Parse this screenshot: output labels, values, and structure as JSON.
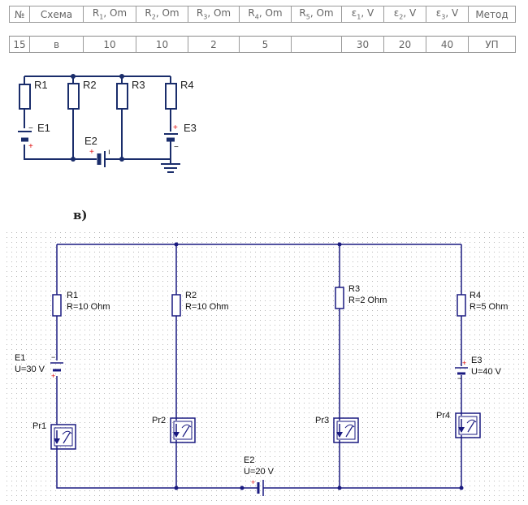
{
  "table": {
    "headers": [
      {
        "base": "№",
        "sub": "",
        "unit": ""
      },
      {
        "base": "Схема",
        "sub": "",
        "unit": ""
      },
      {
        "base": "R",
        "sub": "1",
        "unit": ", Om"
      },
      {
        "base": "R",
        "sub": "2",
        "unit": ", Om"
      },
      {
        "base": "R",
        "sub": "3",
        "unit": ", Om"
      },
      {
        "base": "R",
        "sub": "4",
        "unit": ", Om"
      },
      {
        "base": "R",
        "sub": "5",
        "unit": ", Om"
      },
      {
        "base": "ε",
        "sub": "1",
        "unit": ", V"
      },
      {
        "base": "ε",
        "sub": "2",
        "unit": ", V"
      },
      {
        "base": "ε",
        "sub": "3",
        "unit": ", V"
      },
      {
        "base": "Метод",
        "sub": "",
        "unit": ""
      }
    ],
    "row": [
      "15",
      "в",
      "10",
      "10",
      "2",
      "5",
      "",
      "30",
      "20",
      "40",
      "УП"
    ]
  },
  "sketch": {
    "r1": "R1",
    "r2": "R2",
    "r3": "R3",
    "r4": "R4",
    "e1": "E1",
    "e2": "E2",
    "e3": "E3",
    "plus": "+",
    "minus": "−",
    "tick": "ı"
  },
  "scheme_label": "в)",
  "schematic": {
    "r1_name": "R1",
    "r1_value": "R=10 Ohm",
    "r2_name": "R2",
    "r2_value": "R=10 Ohm",
    "r3_name": "R3",
    "r3_value": "R=2 Ohm",
    "r4_name": "R4",
    "r4_value": "R=5 Ohm",
    "e1_name": "E1",
    "e1_value": "U=30 V",
    "e2_name": "E2",
    "e2_value": "U=20 V",
    "e3_name": "E3",
    "e3_value": "U=40 V",
    "pr1": "Pr1",
    "pr2": "Pr2",
    "pr3": "Pr3",
    "pr4": "Pr4",
    "plus": "+",
    "minus": "−"
  },
  "colors": {
    "sketch_wire": "#1a2d6b",
    "wire": "#1a1a80",
    "grid_dot": "#b8b8b8",
    "plus": "#d11"
  }
}
